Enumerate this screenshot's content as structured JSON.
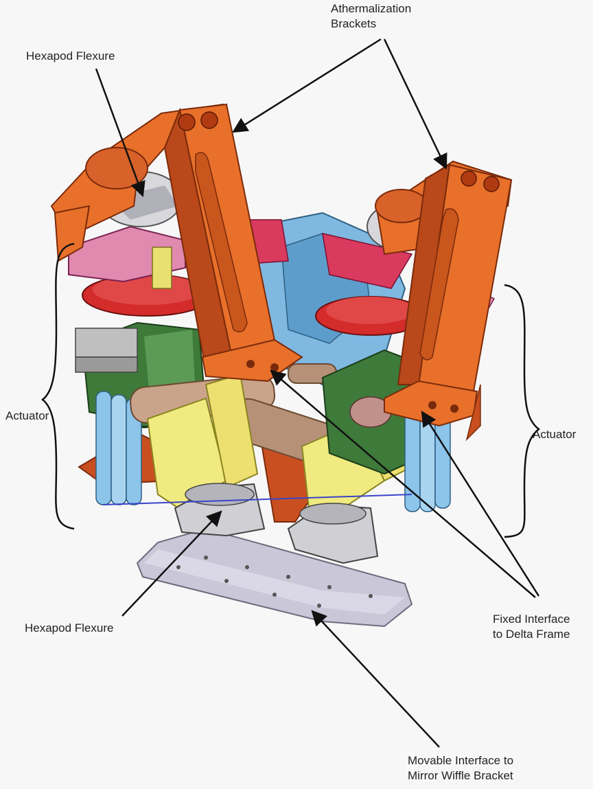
{
  "labels": {
    "athermalization": [
      "Athermalization",
      "Brackets"
    ],
    "hexapod_flexure_top": "Hexapod Flexure",
    "actuator_left": "Actuator",
    "actuator_right": "Actuator",
    "hexapod_flexure_bottom": "Hexapod Flexure",
    "fixed_interface": [
      "Fixed Interface",
      "to Delta Frame"
    ],
    "movable_interface": [
      "Movable Interface to",
      "Mirror Wiffle Bracket"
    ]
  },
  "colors": {
    "background": "#f7f7f7",
    "bracket_orange": "#e8702a",
    "bracket_shadow": "#b9481a",
    "frame_blue": "#7fb8e0",
    "flexure_gray": "#c8c8cc",
    "link_yellow": "#f0ea80",
    "mount_green": "#3e7a3a",
    "ring_red": "#d42b2b",
    "pink": "#e08ab0",
    "tube_tan": "#c9a48a",
    "cylinder_blue": "#8cc4ea",
    "plate_lavender": "#c9c7d8",
    "leader_line": "#111111"
  }
}
